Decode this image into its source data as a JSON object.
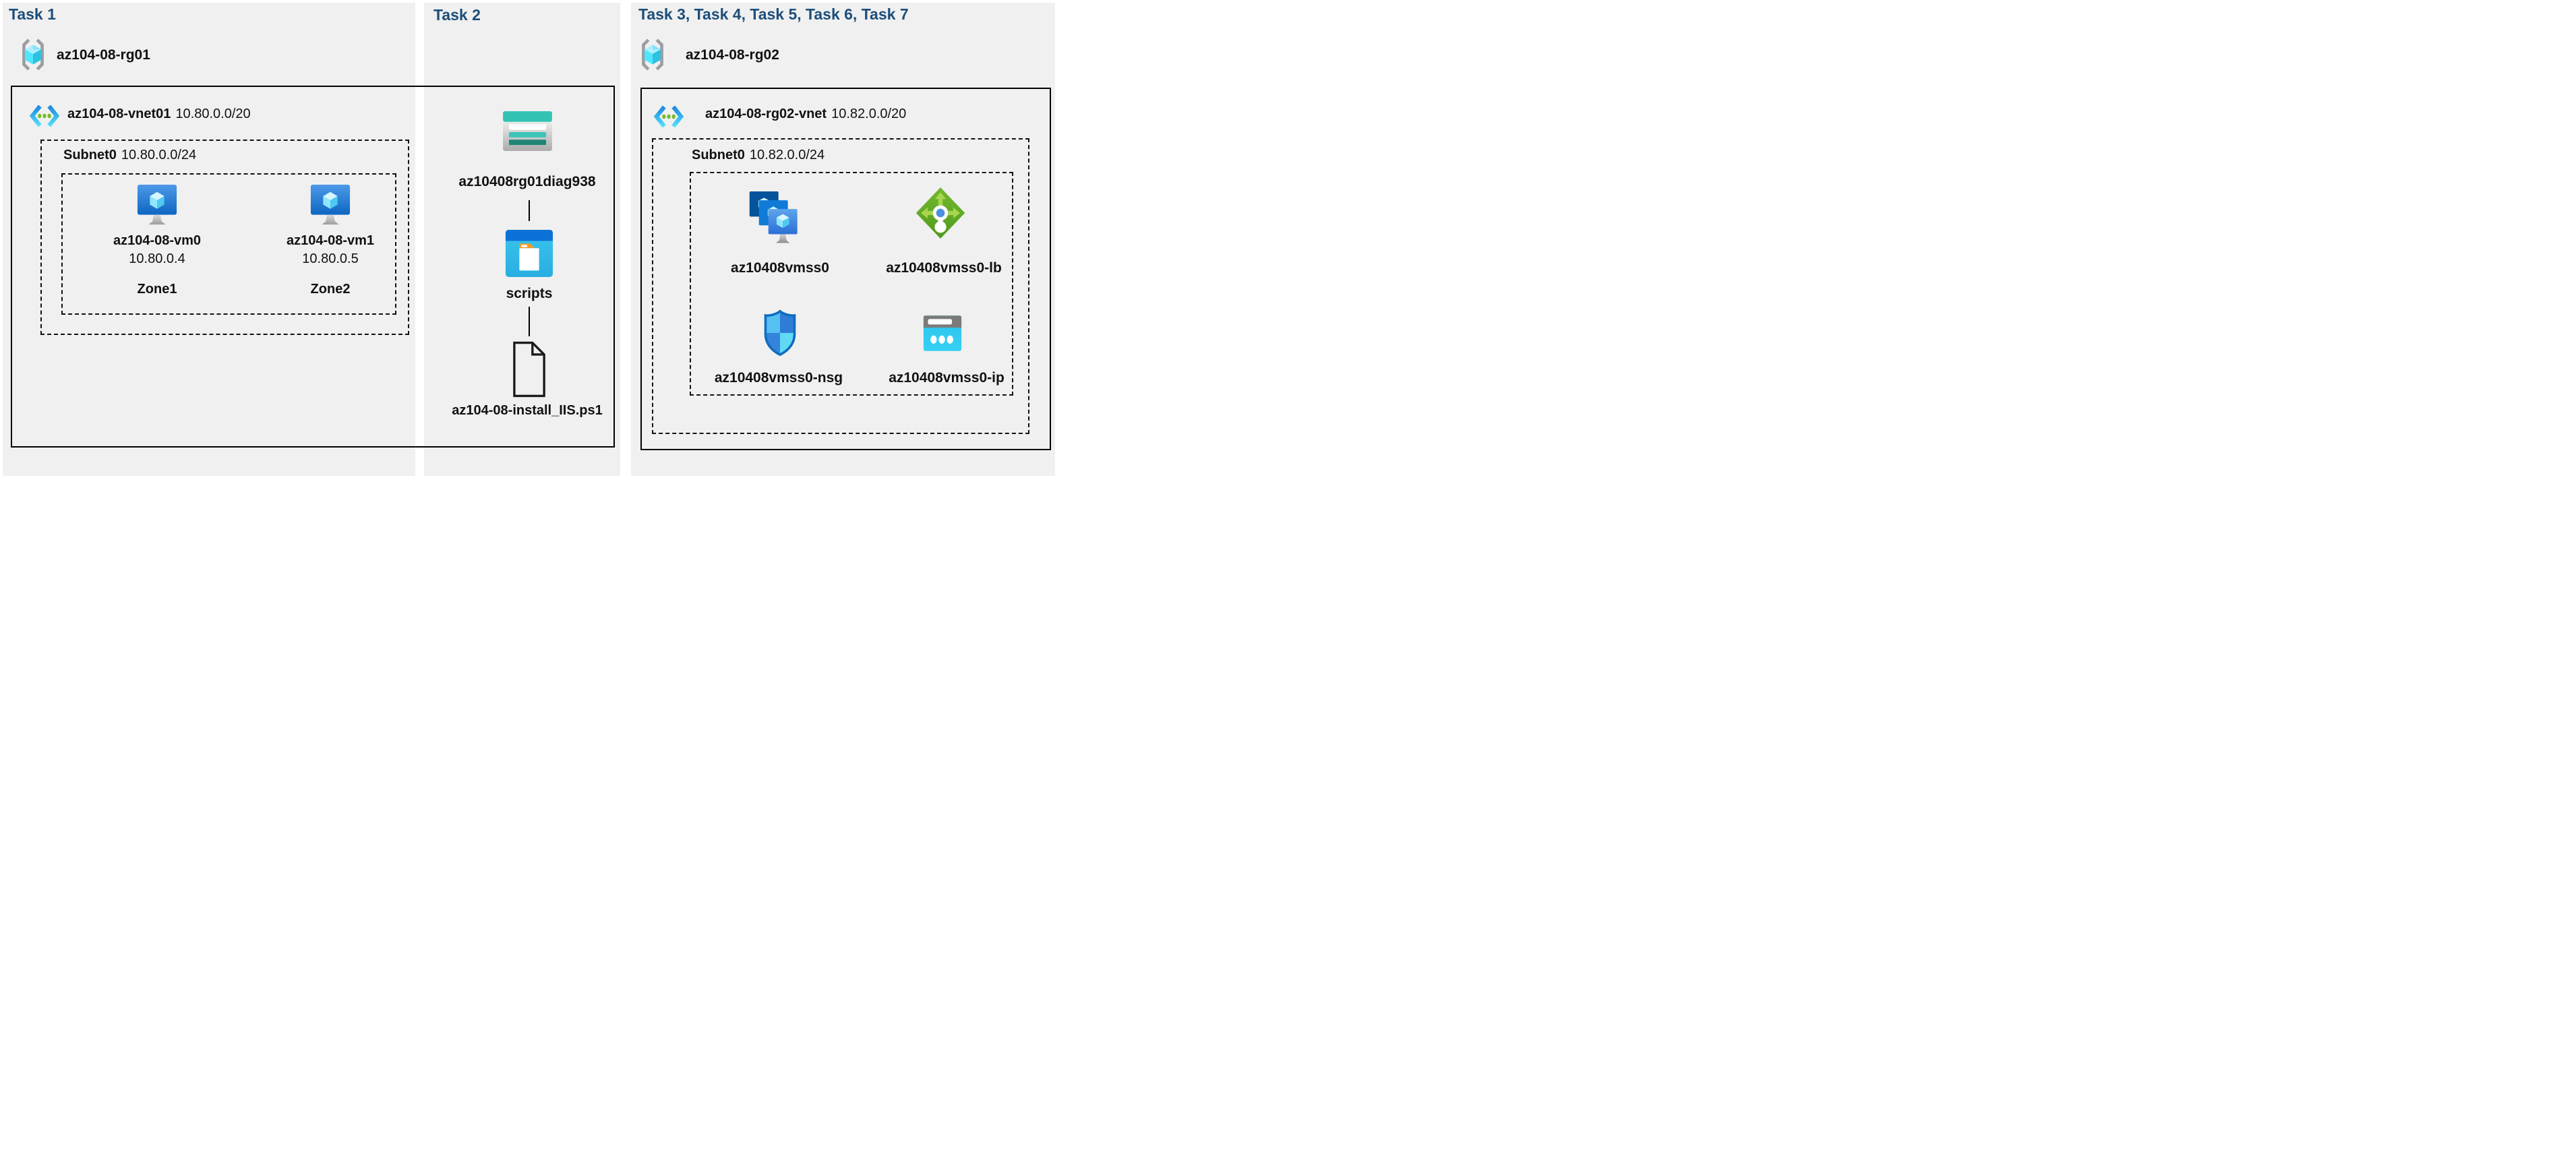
{
  "columns": [
    {
      "header": "Task 1"
    },
    {
      "header": "Task 2"
    },
    {
      "header": "Task 3, Task 4, Task 5, Task 6, Task 7"
    }
  ],
  "rg01": {
    "name": "az104-08-rg01"
  },
  "rg02": {
    "name": "az104-08-rg02"
  },
  "vnet01": {
    "name": "az104-08-vnet01",
    "cidr": "10.80.0.0/20"
  },
  "vnet02": {
    "name": "az104-08-rg02-vnet",
    "cidr": "10.82.0.0/20"
  },
  "subnet_left": {
    "name": "Subnet0",
    "cidr": "10.80.0.0/24"
  },
  "subnet_right": {
    "name": "Subnet0",
    "cidr": "10.82.0.0/24"
  },
  "vms": [
    {
      "name": "az104-08-vm0",
      "ip": "10.80.0.4",
      "zone": "Zone1"
    },
    {
      "name": "az104-08-vm1",
      "ip": "10.80.0.5",
      "zone": "Zone2"
    }
  ],
  "storage": {
    "name": "az10408rg01diag938"
  },
  "container": {
    "name": "scripts"
  },
  "file": {
    "name": "az104-08-install_IIS.ps1"
  },
  "vmss": {
    "name": "az10408vmss0"
  },
  "lb": {
    "name": "az10408vmss0-lb"
  },
  "nsg": {
    "name": "az10408vmss0-nsg"
  },
  "ip": {
    "name": "az10408vmss0-ip"
  },
  "colors": {
    "task_header": "#1d4e79",
    "panel_background": "#f0f0f0",
    "box_border": "#000000",
    "label_text": "#111111",
    "vnet_blue": "#1e86e0",
    "vnet_cyan": "#54e0f7",
    "vnet_dot_green": "#76bc2d",
    "vm_screen_blue": "#2a7fd4",
    "storage_teal": "#33c3b3",
    "storage_dark_teal": "#1f8476",
    "container_blue": "#0d72d8",
    "container_cyan": "#2ebfea",
    "folder_tab_orange": "#f59a23",
    "lb_green": "#63a822",
    "lb_arrow_lime": "#a7d54e",
    "nsg_border_blue": "#0e6dc0",
    "ip_gray": "#7b7b7b",
    "ip_cyan": "#2bc4ef"
  }
}
